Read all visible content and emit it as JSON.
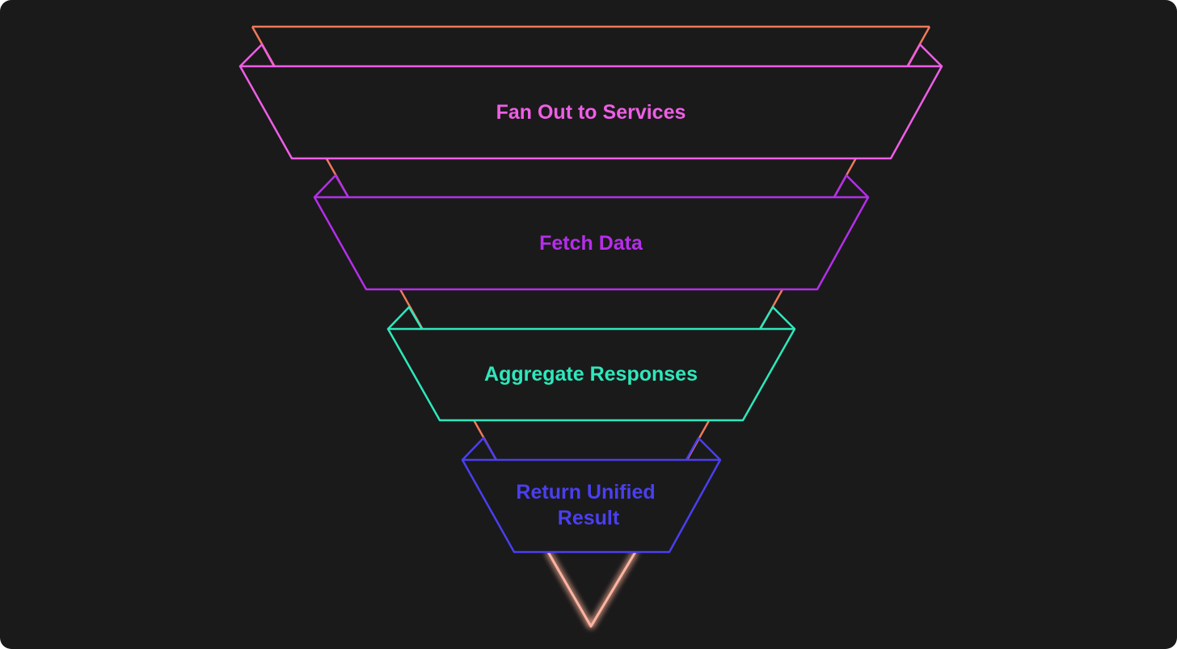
{
  "colors": {
    "background": "#1a1a1a",
    "funnel_outline": "#ef7a5a",
    "funnel_tip_glow": "#ffb4a0"
  },
  "funnel": {
    "stages": [
      {
        "lines": [
          "Fan Out to Services"
        ],
        "color": "#ef5ee6"
      },
      {
        "lines": [
          "Fetch Data"
        ],
        "color": "#b52eea"
      },
      {
        "lines": [
          "Aggregate Responses"
        ],
        "color": "#2ee8bc"
      },
      {
        "lines": [
          "Return Unified",
          "Result"
        ],
        "color": "#4a3ff0"
      }
    ]
  }
}
